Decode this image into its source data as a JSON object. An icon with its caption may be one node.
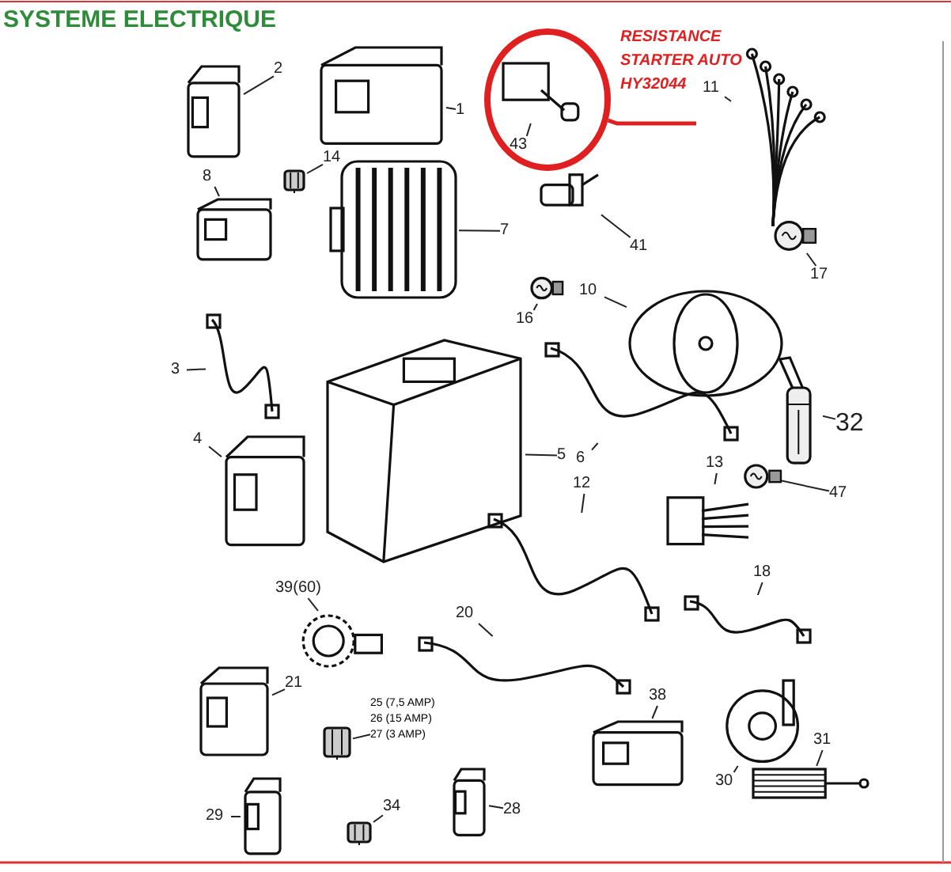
{
  "diagram": {
    "title": "SYSTEME ELECTRIQUE",
    "nodes": [
      {
        "text": [
          "2"
        ]
      },
      {
        "text": [],
        "shape": "picture"
      },
      {
        "text": [
          "1"
        ]
      },
      {
        "text": [],
        "shape": "picture"
      },
      {
        "text": [],
        "shape": "circle"
      },
      {
        "text": [
          "43"
        ],
        "in": 4
      },
      {
        "text": [],
        "shape": "picture",
        "in": 4
      },
      {
        "text": [
          "RESISTANCE STARTER AUTO HY32044"
        ]
      },
      {
        "text": [
          "11"
        ]
      },
      {
        "text": [],
        "shape": "picture"
      },
      {
        "text": [
          "14"
        ]
      },
      {
        "text": [],
        "shape": "picture"
      },
      {
        "text": [
          "8"
        ]
      },
      {
        "text": [],
        "shape": "picture"
      },
      {
        "text": [
          "7"
        ]
      },
      {
        "text": [],
        "shape": "picture"
      },
      {
        "text": [
          "41"
        ]
      },
      {
        "text": [],
        "shape": "picture"
      },
      {
        "text": [
          "17"
        ]
      },
      {
        "text": [],
        "shape": "picture"
      },
      {
        "text": [
          "16"
        ]
      },
      {
        "text": [],
        "shape": "picture"
      },
      {
        "text": [
          "10"
        ]
      },
      {
        "text": [],
        "shape": "picture"
      },
      {
        "text": [
          "3"
        ]
      },
      {
        "text": [],
        "shape": "picture"
      },
      {
        "text": [
          "4"
        ]
      },
      {
        "text": [],
        "shape": "picture"
      },
      {
        "text": [
          "5"
        ]
      },
      {
        "text": [],
        "shape": "picture"
      },
      {
        "text": [
          "6"
        ]
      },
      {
        "text": [],
        "shape": "picture"
      },
      {
        "text": [
          "32"
        ]
      },
      {
        "text": [],
        "shape": "picture"
      },
      {
        "text": [
          "13"
        ]
      },
      {
        "text": [],
        "shape": "picture"
      },
      {
        "text": [
          "47"
        ]
      },
      {
        "text": [],
        "shape": "picture"
      },
      {
        "text": [
          "12"
        ]
      },
      {
        "text": [],
        "shape": "picture"
      },
      {
        "text": [
          "18"
        ]
      },
      {
        "text": [],
        "shape": "picture"
      },
      {
        "text": [
          "39(60)"
        ]
      },
      {
        "text": [],
        "shape": "picture"
      },
      {
        "text": [
          "20"
        ]
      },
      {
        "text": [],
        "shape": "picture"
      },
      {
        "text": [
          "21"
        ]
      },
      {
        "text": [],
        "shape": "picture"
      },
      {
        "text": [
          "25 (7,5 AMP)",
          "26 (15 AMP)",
          "27 (3 AMP)"
        ]
      },
      {
        "text": [],
        "shape": "picture"
      },
      {
        "text": [
          "38"
        ]
      },
      {
        "text": [],
        "shape": "picture"
      },
      {
        "text": [
          "30"
        ]
      },
      {
        "text": [],
        "shape": "picture"
      },
      {
        "text": [
          "31"
        ]
      },
      {
        "text": [],
        "shape": "picture"
      },
      {
        "text": [
          "29"
        ]
      },
      {
        "text": [],
        "shape": "picture"
      },
      {
        "text": [
          "34"
        ]
      },
      {
        "text": [],
        "shape": "picture"
      },
      {
        "text": [
          "28"
        ]
      },
      {
        "text": [],
        "shape": "picture"
      }
    ],
    "edges": [
      {
        "from": 0,
        "to": 1,
        "arrow": "none"
      },
      {
        "from": 2,
        "to": 3,
        "arrow": "none"
      },
      {
        "from": 5,
        "to": 6,
        "arrow": "none"
      },
      {
        "from": 7,
        "to": 4,
        "arrow": "none",
        "style": "thick",
        "color": "#e02020"
      },
      {
        "from": 8,
        "to": 9,
        "arrow": "none"
      },
      {
        "from": 10,
        "to": 11,
        "arrow": "none"
      },
      {
        "from": 12,
        "to": 13,
        "arrow": "none"
      },
      {
        "from": 14,
        "to": 15,
        "arrow": "none"
      },
      {
        "from": 16,
        "to": 17,
        "arrow": "none"
      },
      {
        "from": 18,
        "to": 19,
        "arrow": "none"
      },
      {
        "from": 20,
        "to": 21,
        "arrow": "none"
      },
      {
        "from": 22,
        "to": 23,
        "arrow": "none"
      },
      {
        "from": 24,
        "to": 25,
        "arrow": "none"
      },
      {
        "from": 26,
        "to": 27,
        "arrow": "none"
      },
      {
        "from": 28,
        "to": 29,
        "arrow": "none"
      },
      {
        "from": 30,
        "to": 31,
        "arrow": "none"
      },
      {
        "from": 32,
        "to": 33,
        "arrow": "none"
      },
      {
        "from": 34,
        "to": 35,
        "arrow": "none"
      },
      {
        "from": 36,
        "to": 37,
        "arrow": "none"
      },
      {
        "from": 38,
        "to": 39,
        "arrow": "none"
      },
      {
        "from": 40,
        "to": 41,
        "arrow": "none"
      },
      {
        "from": 42,
        "to": 43,
        "arrow": "none"
      },
      {
        "from": 44,
        "to": 45,
        "arrow": "none"
      },
      {
        "from": 46,
        "to": 47,
        "arrow": "none"
      },
      {
        "from": 48,
        "to": 49,
        "arrow": "none"
      },
      {
        "from": 50,
        "to": 51,
        "arrow": "none"
      },
      {
        "from": 52,
        "to": 53,
        "arrow": "none"
      },
      {
        "from": 54,
        "to": 55,
        "arrow": "none"
      },
      {
        "from": 56,
        "to": 57,
        "arrow": "none"
      },
      {
        "from": 58,
        "to": 59,
        "arrow": "none"
      },
      {
        "from": 60,
        "to": 61,
        "arrow": "none"
      }
    ]
  }
}
